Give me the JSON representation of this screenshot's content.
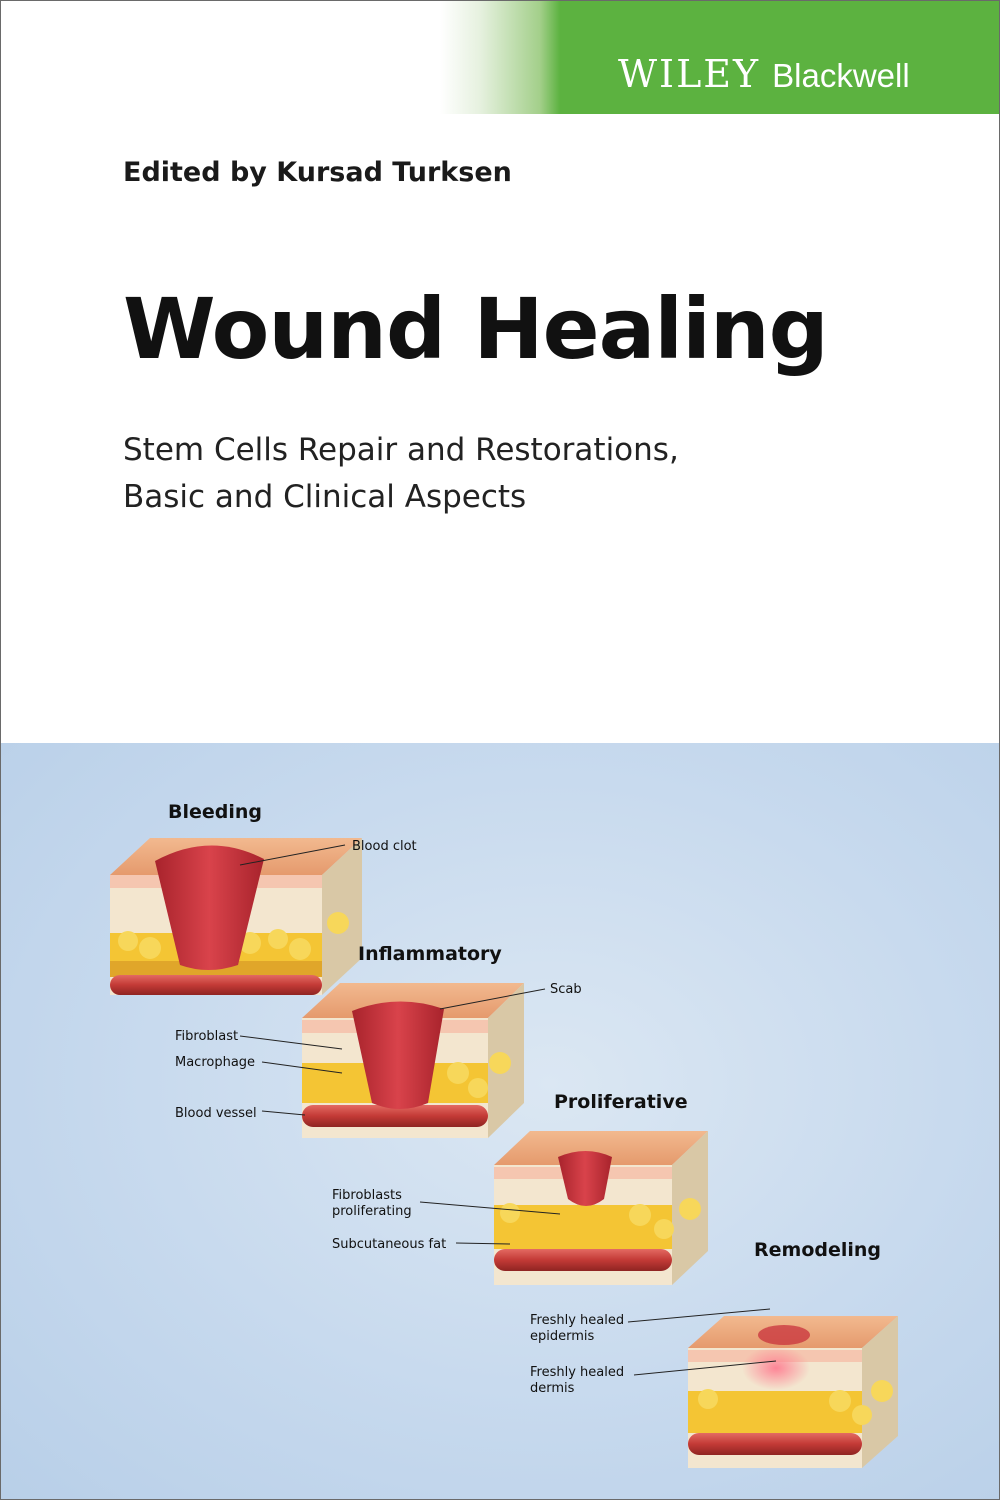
{
  "publisher": {
    "name_primary": "WILEY",
    "name_secondary": "Blackwell"
  },
  "book": {
    "editor_line": "Edited by Kursad Turksen",
    "title": "Wound Healing",
    "subtitle_line1": "Stem Cells Repair and Restorations,",
    "subtitle_line2": "Basic and Clinical Aspects"
  },
  "illustration": {
    "stages": [
      "Bleeding",
      "Inflammatory",
      "Proliferative",
      "Remodeling"
    ],
    "labels": {
      "blood_clot": "Blood clot",
      "scab": "Scab",
      "fibroblast": "Fibroblast",
      "macrophage": "Macrophage",
      "blood_vessel": "Blood vessel",
      "fibroblasts_proliferating_1": "Fibroblasts",
      "fibroblasts_proliferating_2": "proliferating",
      "subcutaneous_fat": "Subcutaneous fat",
      "healed_epidermis_1": "Freshly healed",
      "healed_epidermis_2": "epidermis",
      "healed_dermis_1": "Freshly healed",
      "healed_dermis_2": "dermis"
    }
  },
  "colors": {
    "brand_green": "#5cb240",
    "background_blue": "#c5d8ed",
    "wound_red": "#c8323c"
  }
}
